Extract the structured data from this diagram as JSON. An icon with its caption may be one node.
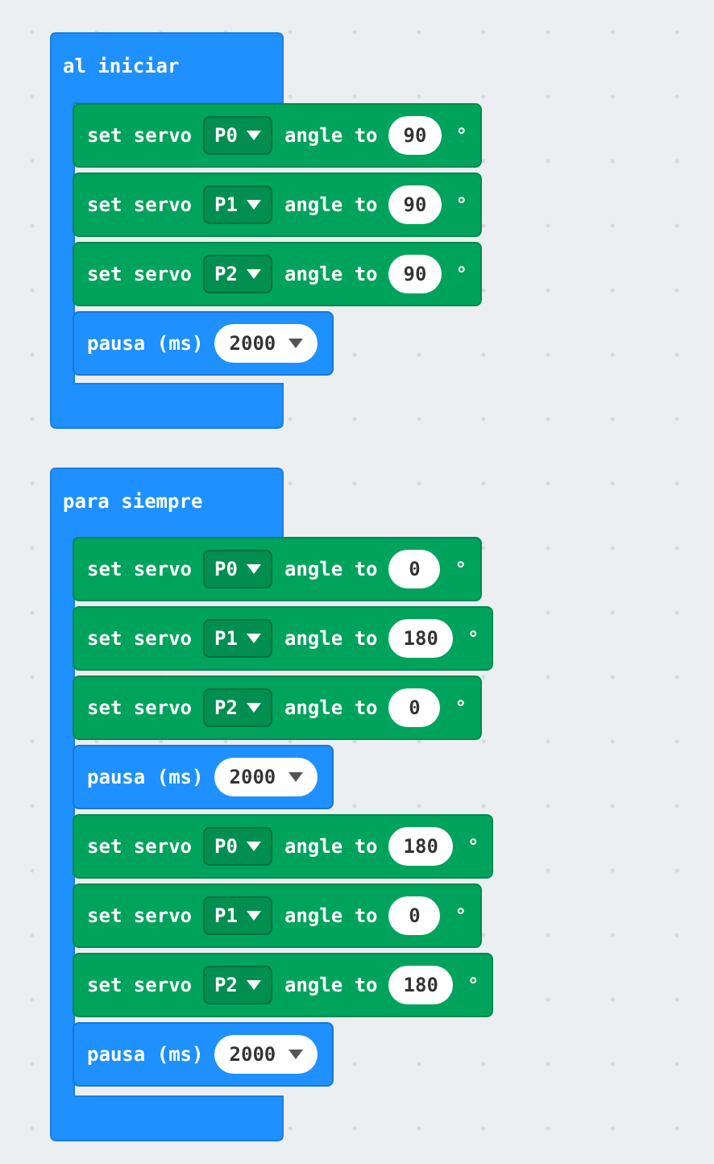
{
  "diagram": {
    "nodes": [
      {
        "text": [
          "al iniciar"
        ]
      },
      {
        "text": [
          "set servo",
          "P0",
          "angle to",
          "90",
          "°"
        ]
      },
      {
        "text": [
          "set servo",
          "P1",
          "angle to",
          "90",
          "°"
        ]
      },
      {
        "text": [
          "set servo",
          "P2",
          "angle to",
          "90",
          "°"
        ]
      },
      {
        "text": [
          "pausa (ms)",
          "2000"
        ]
      },
      {
        "text": [
          "para siempre"
        ]
      },
      {
        "text": [
          "set servo",
          "P0",
          "angle to",
          "0",
          "°"
        ]
      },
      {
        "text": [
          "set servo",
          "P1",
          "angle to",
          "180",
          "°"
        ]
      },
      {
        "text": [
          "set servo",
          "P2",
          "angle to",
          "0",
          "°"
        ]
      },
      {
        "text": [
          "pausa (ms)",
          "2000"
        ]
      },
      {
        "text": [
          "set servo",
          "P0",
          "angle to",
          "180",
          "°"
        ]
      },
      {
        "text": [
          "set servo",
          "P1",
          "angle to",
          "0",
          "°"
        ]
      },
      {
        "text": [
          "set servo",
          "P2",
          "angle to",
          "180",
          "°"
        ]
      },
      {
        "text": [
          "pausa (ms)",
          "2000"
        ]
      }
    ]
  }
}
